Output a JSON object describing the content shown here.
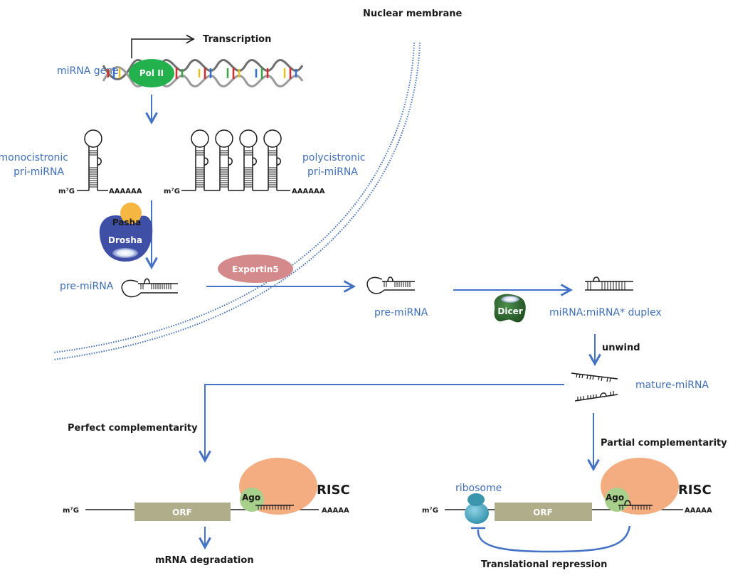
{
  "title": "miRNA biogenesis and mechanism of action",
  "colors": {
    "arrow": "#4472c4",
    "label_blue": "#3f6fb8",
    "pol_ii": "#22b14c",
    "pasha": "#f5b642",
    "drosha": "#3f4fa6",
    "exportin": "#d48a8a",
    "dicer": "#2e6b2e",
    "risc": "#f4ad80",
    "ago": "#a8d08d",
    "orf": "#b0ad8a",
    "ribosome": "#4bacc6"
  },
  "nucleus": {
    "membrane_label": "Nuclear membrane",
    "transcription_label": "Transcription",
    "gene_label": "miRNA gene",
    "pol_ii_label": "Pol II",
    "mono_label_line1": "monocistronic",
    "mono_label_line2": "pri-miRNA",
    "poly_label_line1": "polycistronic",
    "poly_label_line2": "pri-miRNA",
    "cap_label": "m⁷G",
    "polya_label": "AAAAAA",
    "pasha_label": "Pasha",
    "drosha_label": "Drosha",
    "pre_mirna_label": "pre-miRNA"
  },
  "export": {
    "exportin_label": "Exportin5"
  },
  "cytoplasm": {
    "pre_mirna_label": "pre-miRNA",
    "dicer_label": "Dicer",
    "duplex_label": "miRNA:miRNA* duplex",
    "unwind_label": "unwind",
    "mature_label": "mature-miRNA",
    "perfect_label": "Perfect  complementarity",
    "partial_label": "Partial  complementarity"
  },
  "left_mrna": {
    "cap_label": "m⁷G",
    "orf_label": "ORF",
    "polya_label": "AAAAA",
    "ago_label": "Ago",
    "risc_label": "RISC",
    "outcome_label": "mRNA degradation"
  },
  "right_mrna": {
    "cap_label": "m⁷G",
    "orf_label": "ORF",
    "polya_label": "AAAAA",
    "ago_label": "Ago",
    "risc_label": "RISC",
    "ribosome_label": "ribosome",
    "outcome_label": "Translational repression"
  }
}
